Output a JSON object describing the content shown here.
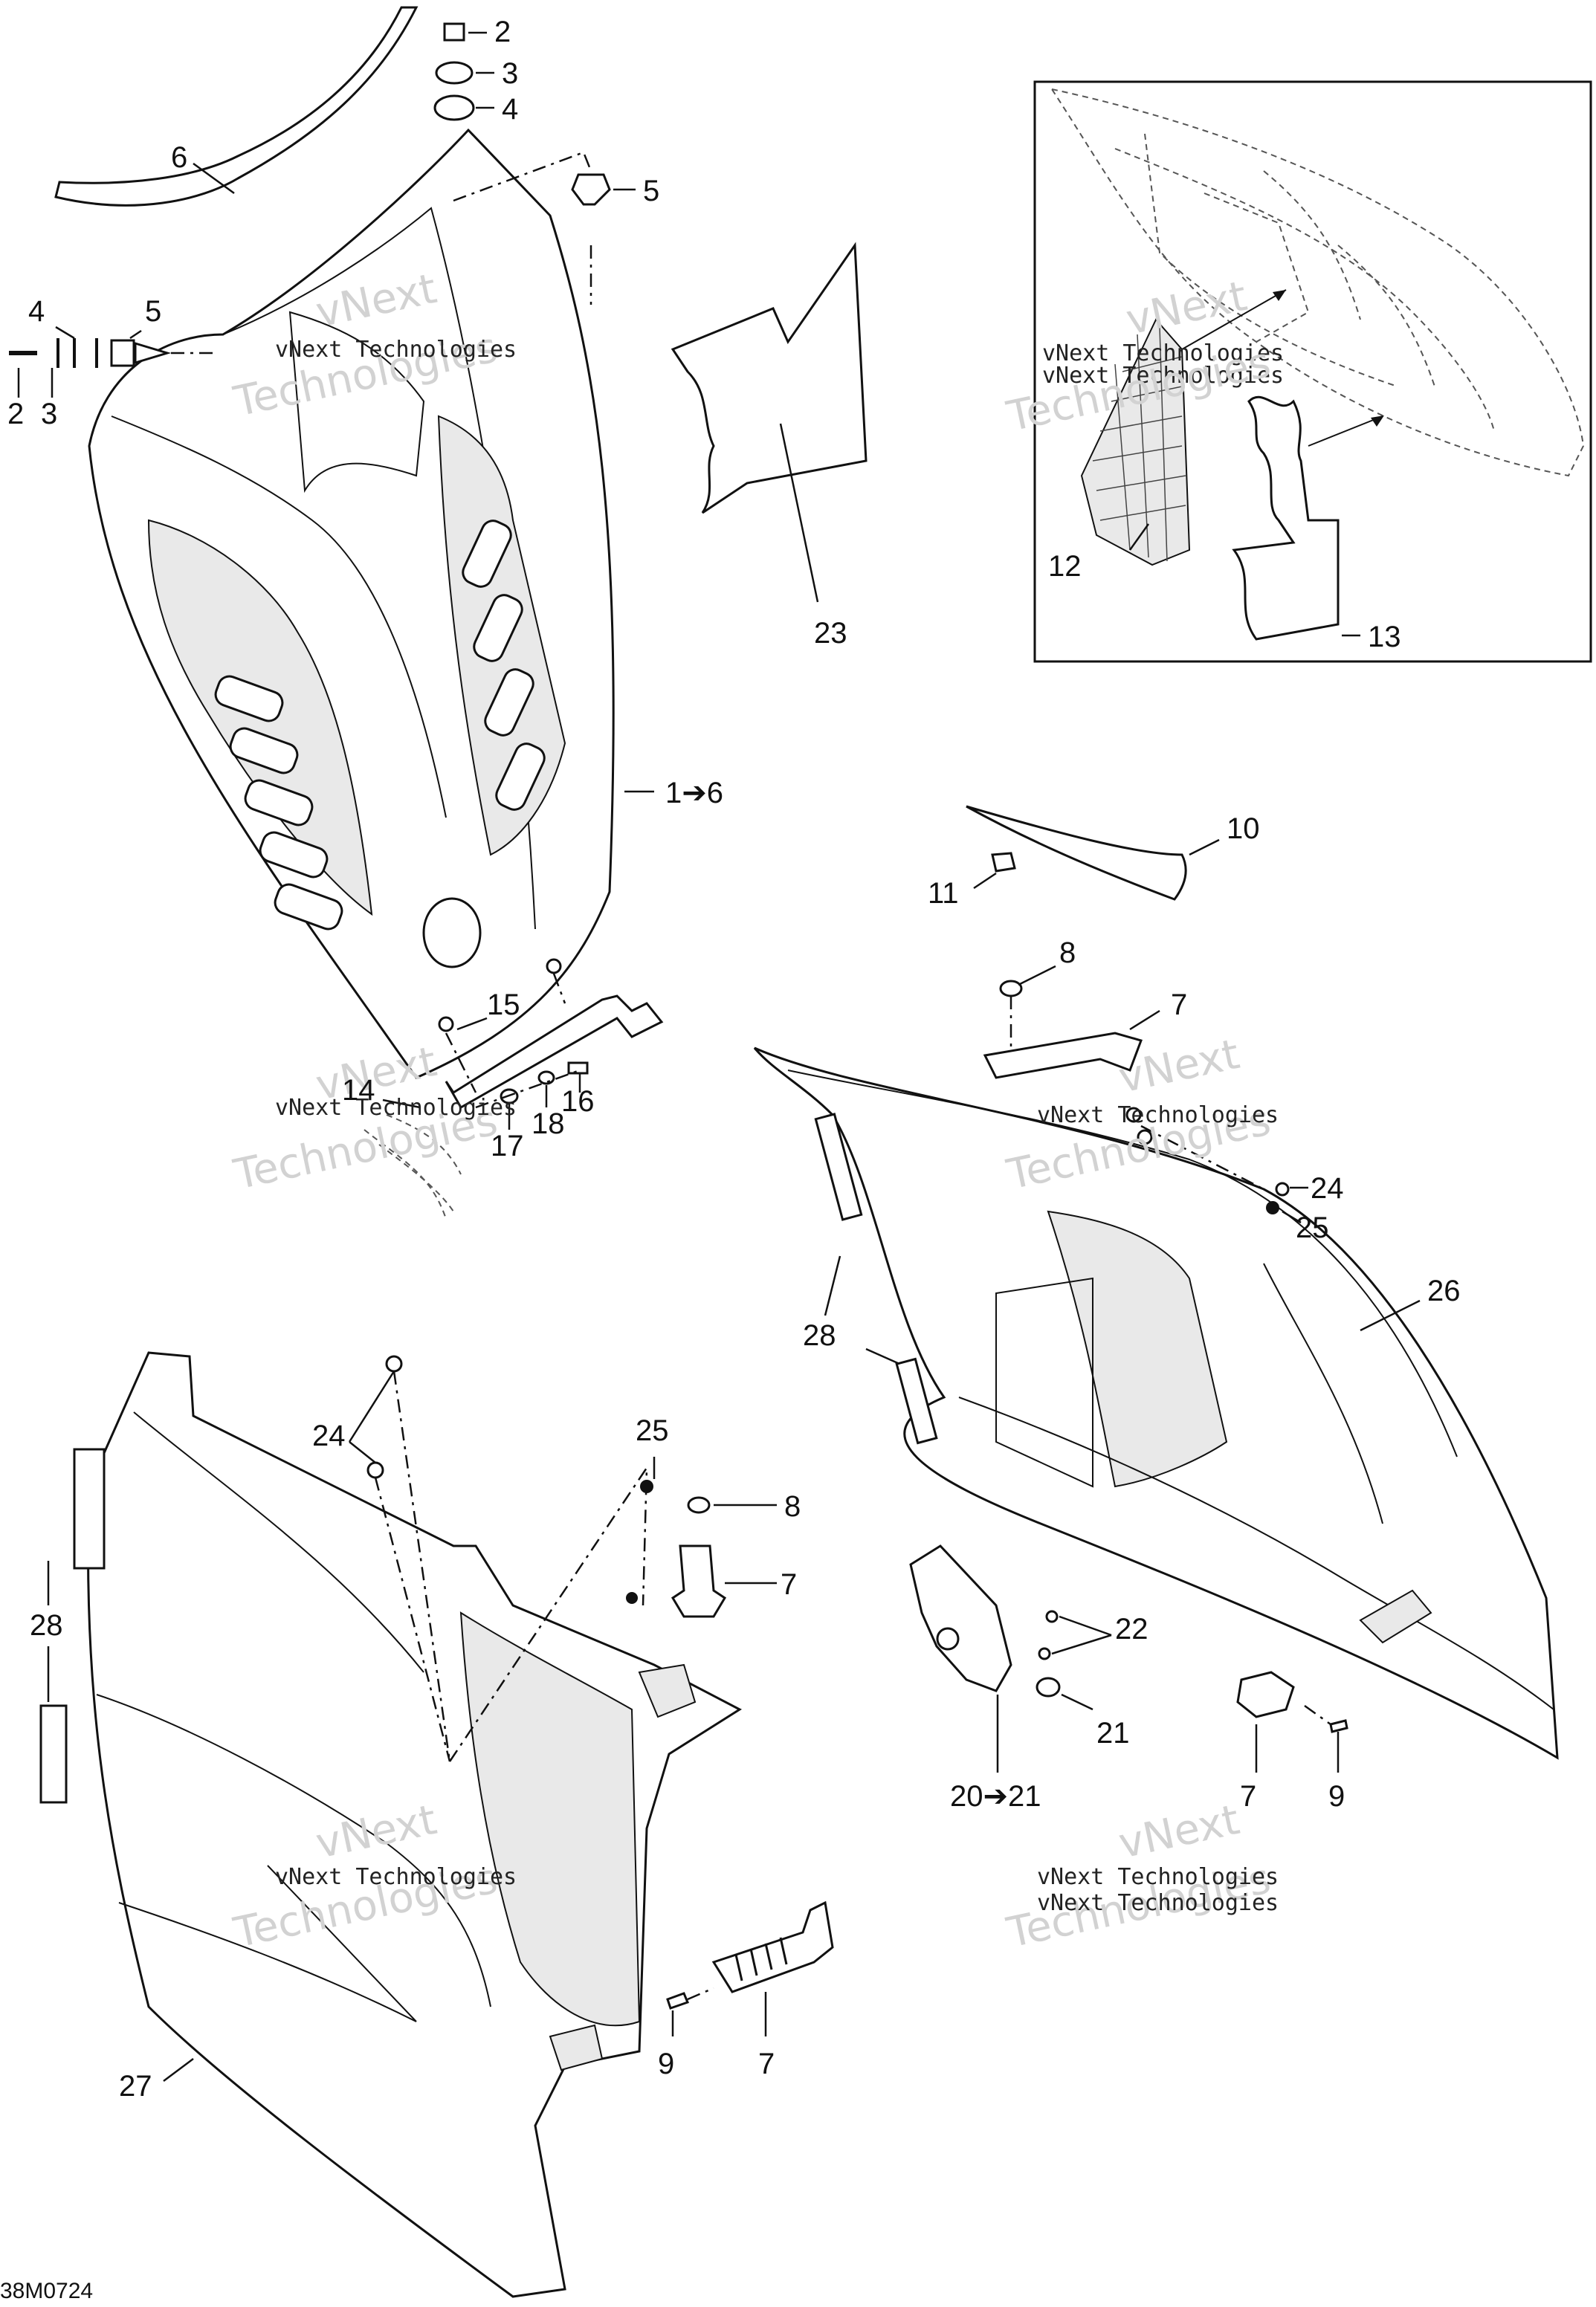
{
  "callouts": [
    {
      "id": "c2a",
      "text": "2"
    },
    {
      "id": "c3a",
      "text": "3"
    },
    {
      "id": "c4a",
      "text": "4"
    },
    {
      "id": "c5a",
      "text": "5"
    },
    {
      "id": "c6",
      "text": "6"
    },
    {
      "id": "c4b",
      "text": "4"
    },
    {
      "id": "c5b",
      "text": "5"
    },
    {
      "id": "c2b",
      "text": "2"
    },
    {
      "id": "c3b",
      "text": "3"
    },
    {
      "id": "c23",
      "text": "23"
    },
    {
      "id": "c12",
      "text": "12"
    },
    {
      "id": "c13",
      "text": "13"
    },
    {
      "id": "c1to6",
      "text": "1➔6"
    },
    {
      "id": "c10",
      "text": "10"
    },
    {
      "id": "c11",
      "text": "11"
    },
    {
      "id": "c8a",
      "text": "8"
    },
    {
      "id": "c7a",
      "text": "7"
    },
    {
      "id": "c15",
      "text": "15"
    },
    {
      "id": "c14",
      "text": "14"
    },
    {
      "id": "c16",
      "text": "16"
    },
    {
      "id": "c17",
      "text": "17"
    },
    {
      "id": "c18",
      "text": "18"
    },
    {
      "id": "c24a",
      "text": "24"
    },
    {
      "id": "c25a",
      "text": "25"
    },
    {
      "id": "c26",
      "text": "26"
    },
    {
      "id": "c28a",
      "text": "28"
    },
    {
      "id": "c24b",
      "text": "24"
    },
    {
      "id": "c25b",
      "text": "25"
    },
    {
      "id": "c8b",
      "text": "8"
    },
    {
      "id": "c7b",
      "text": "7"
    },
    {
      "id": "c28b",
      "text": "28"
    },
    {
      "id": "c22",
      "text": "22"
    },
    {
      "id": "c21",
      "text": "21"
    },
    {
      "id": "c20to21",
      "text": "20➔21"
    },
    {
      "id": "c7c",
      "text": "7"
    },
    {
      "id": "c9a",
      "text": "9"
    },
    {
      "id": "c9b",
      "text": "9"
    },
    {
      "id": "c7d",
      "text": "7"
    },
    {
      "id": "c27",
      "text": "27"
    }
  ],
  "watermark": {
    "line1": "vNext Technologies",
    "line2": "vNext",
    "line3": "Technologies"
  },
  "drawing_code": "38M0724"
}
